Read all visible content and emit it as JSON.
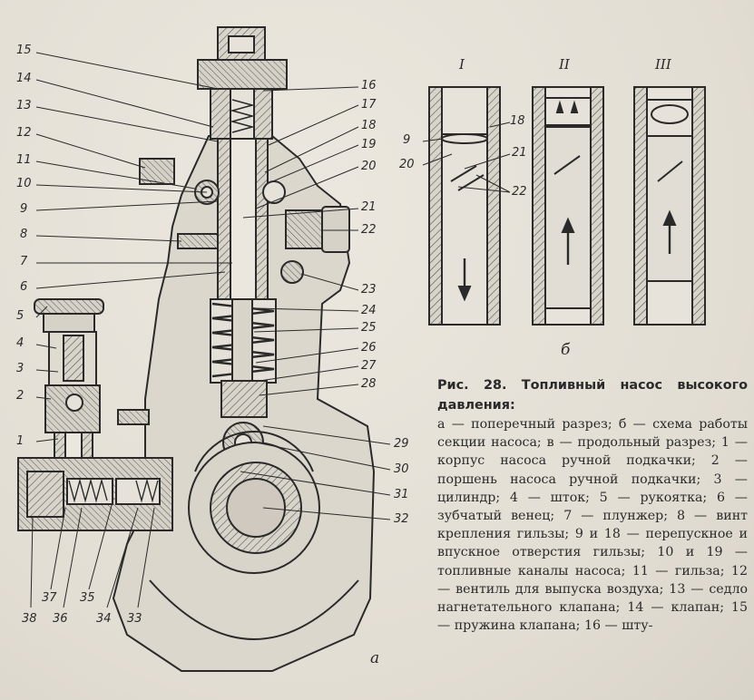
{
  "figure": {
    "subfigure_a_label": "а",
    "subfigure_b_label": "б",
    "variants": [
      "I",
      "II",
      "III"
    ],
    "callouts_left": [
      "15",
      "14",
      "13",
      "12",
      "11",
      "10",
      "9",
      "8",
      "7",
      "6",
      "5",
      "4",
      "3",
      "2",
      "1"
    ],
    "callouts_right": [
      "16",
      "17",
      "18",
      "19",
      "20",
      "21",
      "22",
      "23",
      "24",
      "25",
      "26",
      "27",
      "28",
      "29",
      "30",
      "31",
      "32"
    ],
    "callouts_bottom": [
      "38",
      "37",
      "36",
      "35",
      "34",
      "33"
    ],
    "scheme_callouts": [
      "9",
      "20",
      "18",
      "21",
      "22"
    ]
  },
  "caption": {
    "title": "Рис. 28. Топливный насос высокого давления:",
    "body": "а — поперечный разрез; б — схема работы секции насоса; в — продольный разрез; 1 — корпус насоса ручной подкачки; 2 — поршень насоса ручной подкачки; 3 — цилиндр; 4 — шток; 5 — рукоятка; 6 — зубчатый венец; 7 — плунжер; 8 — винт крепления гильзы; 9 и 18 — перепускное и впускное отверстия гильзы; 10 и 19 — топливные каналы насоса; 11 — гильза; 12 — вентиль для выпуска воздуха; 13 — седло нагнетательного клапана; 14 — клапан; 15 — пружина клапана; 16 — шту-"
  },
  "colors": {
    "paper": "#e6e2d9",
    "ink": "#2a2a2a",
    "hatch": "#555555"
  }
}
